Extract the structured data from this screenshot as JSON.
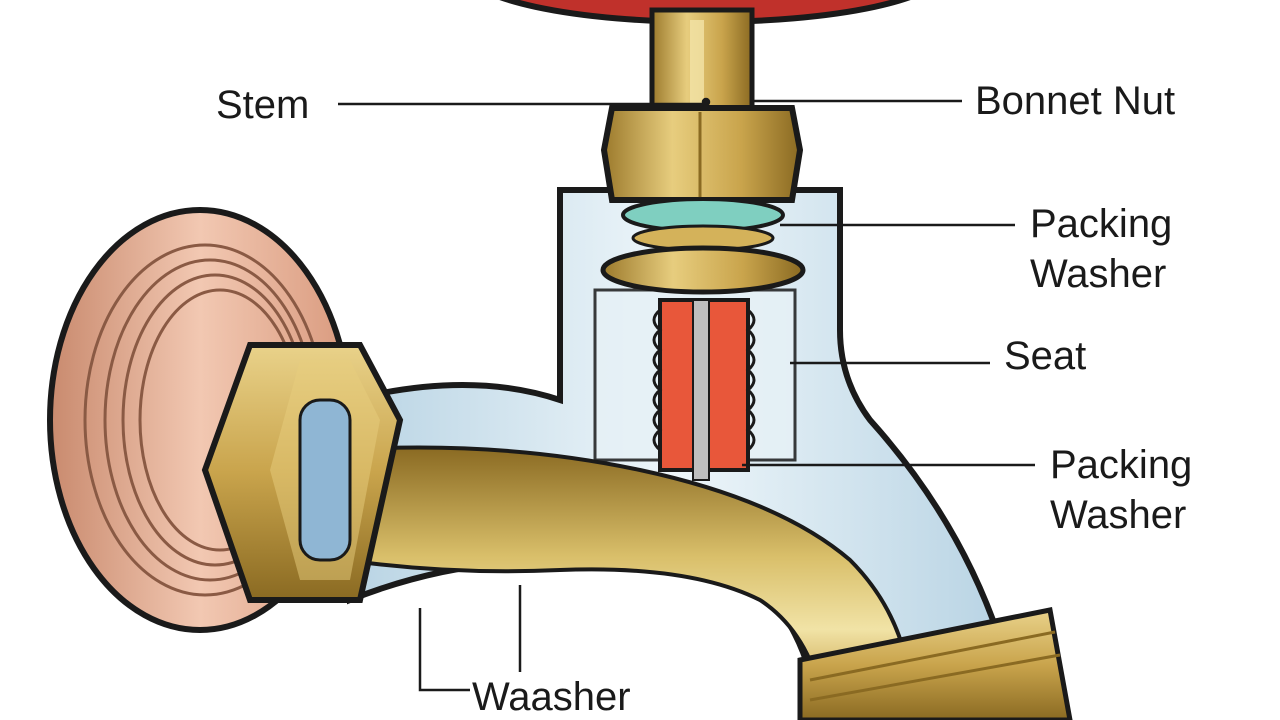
{
  "labels": {
    "stem": "Stem",
    "bonnet_nut": "Bonnet Nut",
    "packing_washer_upper_line1": "Packing",
    "packing_washer_upper_line2": "Washer",
    "seat": "Seat",
    "packing_washer_lower_line1": "Packing",
    "packing_washer_lower_line2": "Washer",
    "washer": "Waasher"
  },
  "colors": {
    "handle_red": "#c0312b",
    "brass": "#d4b25a",
    "brass_dark": "#8a6a22",
    "copper": "#e8b49a",
    "glass": "#cfe3ee",
    "seal_teal": "#7fcfc0",
    "spring_orange": "#e8573a",
    "outline": "#1a1a1a"
  }
}
